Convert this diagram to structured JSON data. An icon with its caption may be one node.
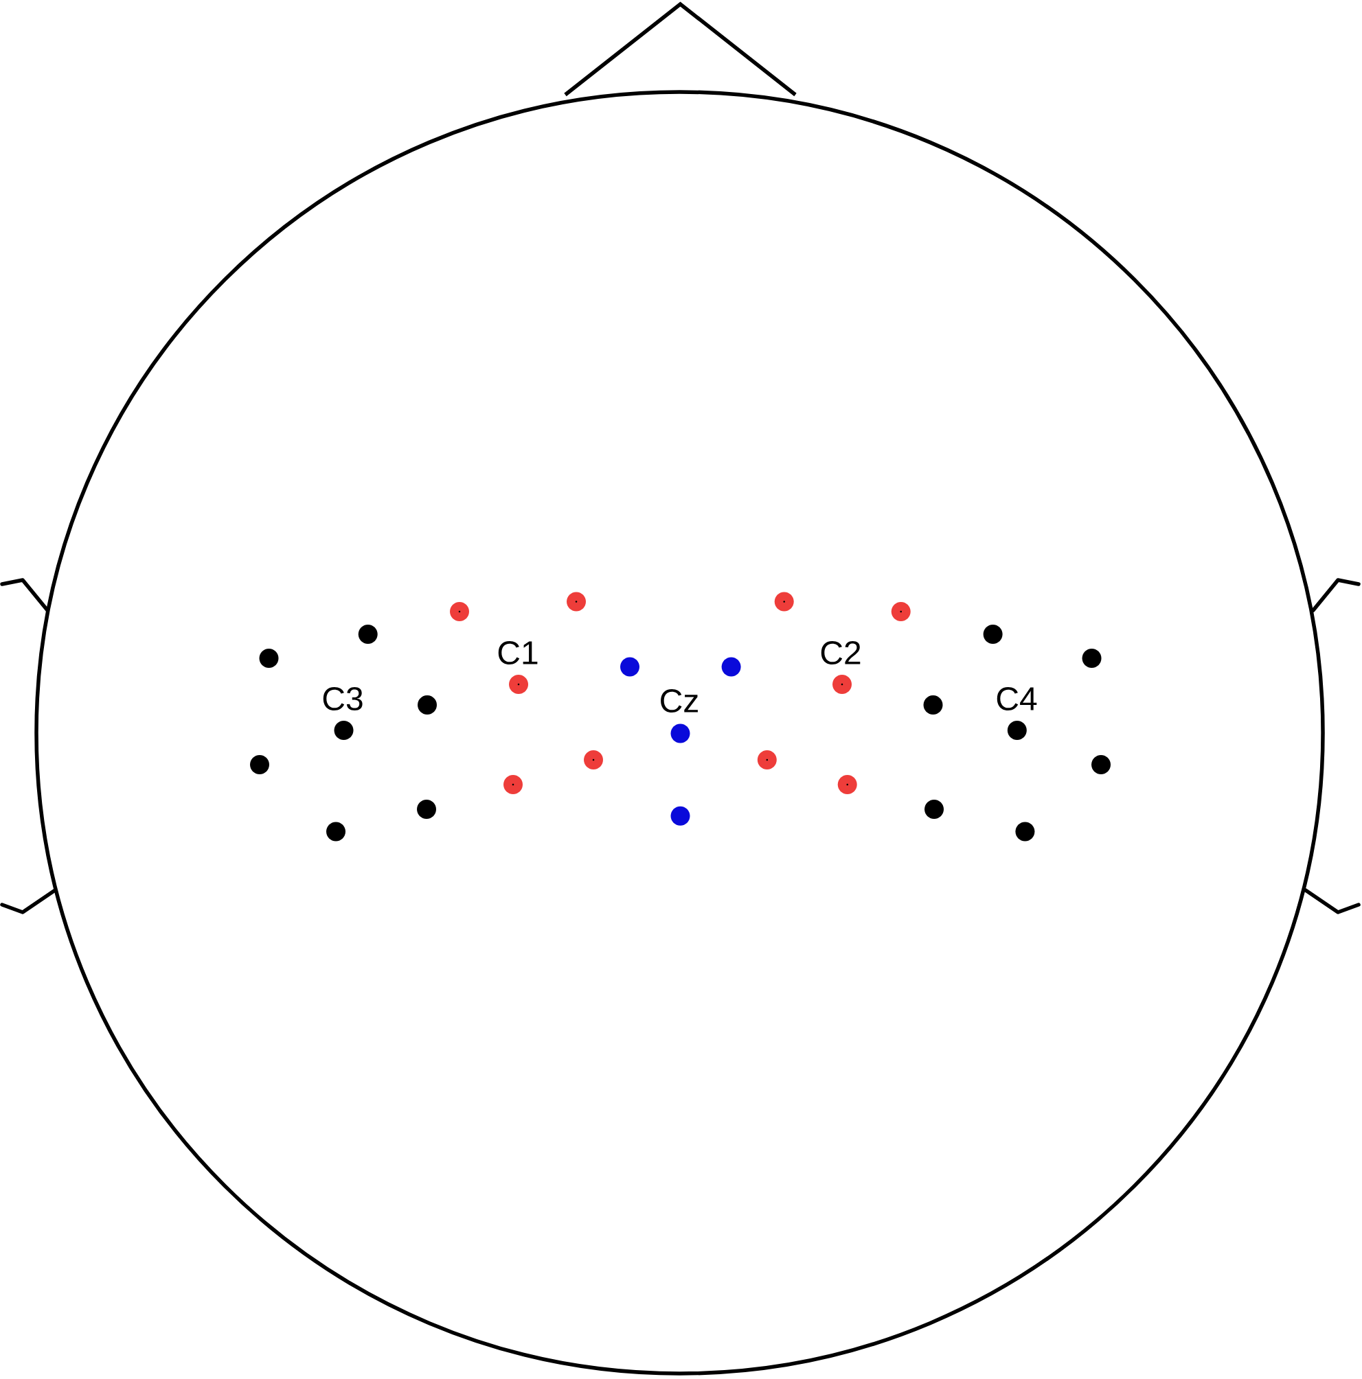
{
  "diagram": {
    "labels": [
      "C1",
      "C2",
      "C3",
      "Cz",
      "C4"
    ]
  }
}
